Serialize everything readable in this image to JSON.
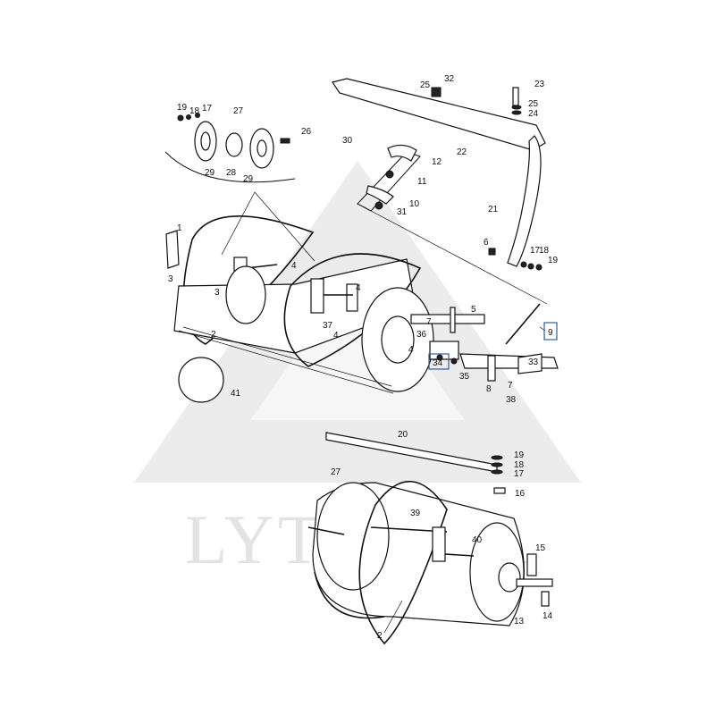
{
  "watermark": {
    "brand": "LYTAGRA"
  },
  "callouts": [
    {
      "id": "c1",
      "label": "1"
    },
    {
      "id": "c2a",
      "label": "2"
    },
    {
      "id": "c2b",
      "label": "2"
    },
    {
      "id": "c3a",
      "label": "3"
    },
    {
      "id": "c3b",
      "label": "3"
    },
    {
      "id": "c4a",
      "label": "4"
    },
    {
      "id": "c4b",
      "label": "4"
    },
    {
      "id": "c4c",
      "label": "4"
    },
    {
      "id": "c4d",
      "label": "4"
    },
    {
      "id": "c5",
      "label": "5"
    },
    {
      "id": "c6",
      "label": "6"
    },
    {
      "id": "c7a",
      "label": "7"
    },
    {
      "id": "c7b",
      "label": "7"
    },
    {
      "id": "c8",
      "label": "8"
    },
    {
      "id": "c9",
      "label": "9"
    },
    {
      "id": "c10",
      "label": "10"
    },
    {
      "id": "c11",
      "label": "11"
    },
    {
      "id": "c12",
      "label": "12"
    },
    {
      "id": "c13",
      "label": "13"
    },
    {
      "id": "c14",
      "label": "14"
    },
    {
      "id": "c15",
      "label": "15"
    },
    {
      "id": "c16",
      "label": "16"
    },
    {
      "id": "c17a",
      "label": "17"
    },
    {
      "id": "c17b",
      "label": "17"
    },
    {
      "id": "c17c",
      "label": "17"
    },
    {
      "id": "c18a",
      "label": "18"
    },
    {
      "id": "c18b",
      "label": "18"
    },
    {
      "id": "c18c",
      "label": "18"
    },
    {
      "id": "c19a",
      "label": "19"
    },
    {
      "id": "c19b",
      "label": "19"
    },
    {
      "id": "c19c",
      "label": "19"
    },
    {
      "id": "c20",
      "label": "20"
    },
    {
      "id": "c21",
      "label": "21"
    },
    {
      "id": "c22",
      "label": "22"
    },
    {
      "id": "c23",
      "label": "23"
    },
    {
      "id": "c24",
      "label": "24"
    },
    {
      "id": "c25a",
      "label": "25"
    },
    {
      "id": "c25b",
      "label": "25"
    },
    {
      "id": "c26",
      "label": "26"
    },
    {
      "id": "c27a",
      "label": "27"
    },
    {
      "id": "c27b",
      "label": "27"
    },
    {
      "id": "c28",
      "label": "28"
    },
    {
      "id": "c29a",
      "label": "29"
    },
    {
      "id": "c29b",
      "label": "29"
    },
    {
      "id": "c30",
      "label": "30"
    },
    {
      "id": "c31",
      "label": "31"
    },
    {
      "id": "c32",
      "label": "32"
    },
    {
      "id": "c33",
      "label": "33"
    },
    {
      "id": "c34",
      "label": "34"
    },
    {
      "id": "c35",
      "label": "35"
    },
    {
      "id": "c36",
      "label": "36"
    },
    {
      "id": "c37",
      "label": "37"
    },
    {
      "id": "c38",
      "label": "38"
    },
    {
      "id": "c39",
      "label": "39"
    },
    {
      "id": "c40",
      "label": "40"
    },
    {
      "id": "c41",
      "label": "41"
    }
  ]
}
